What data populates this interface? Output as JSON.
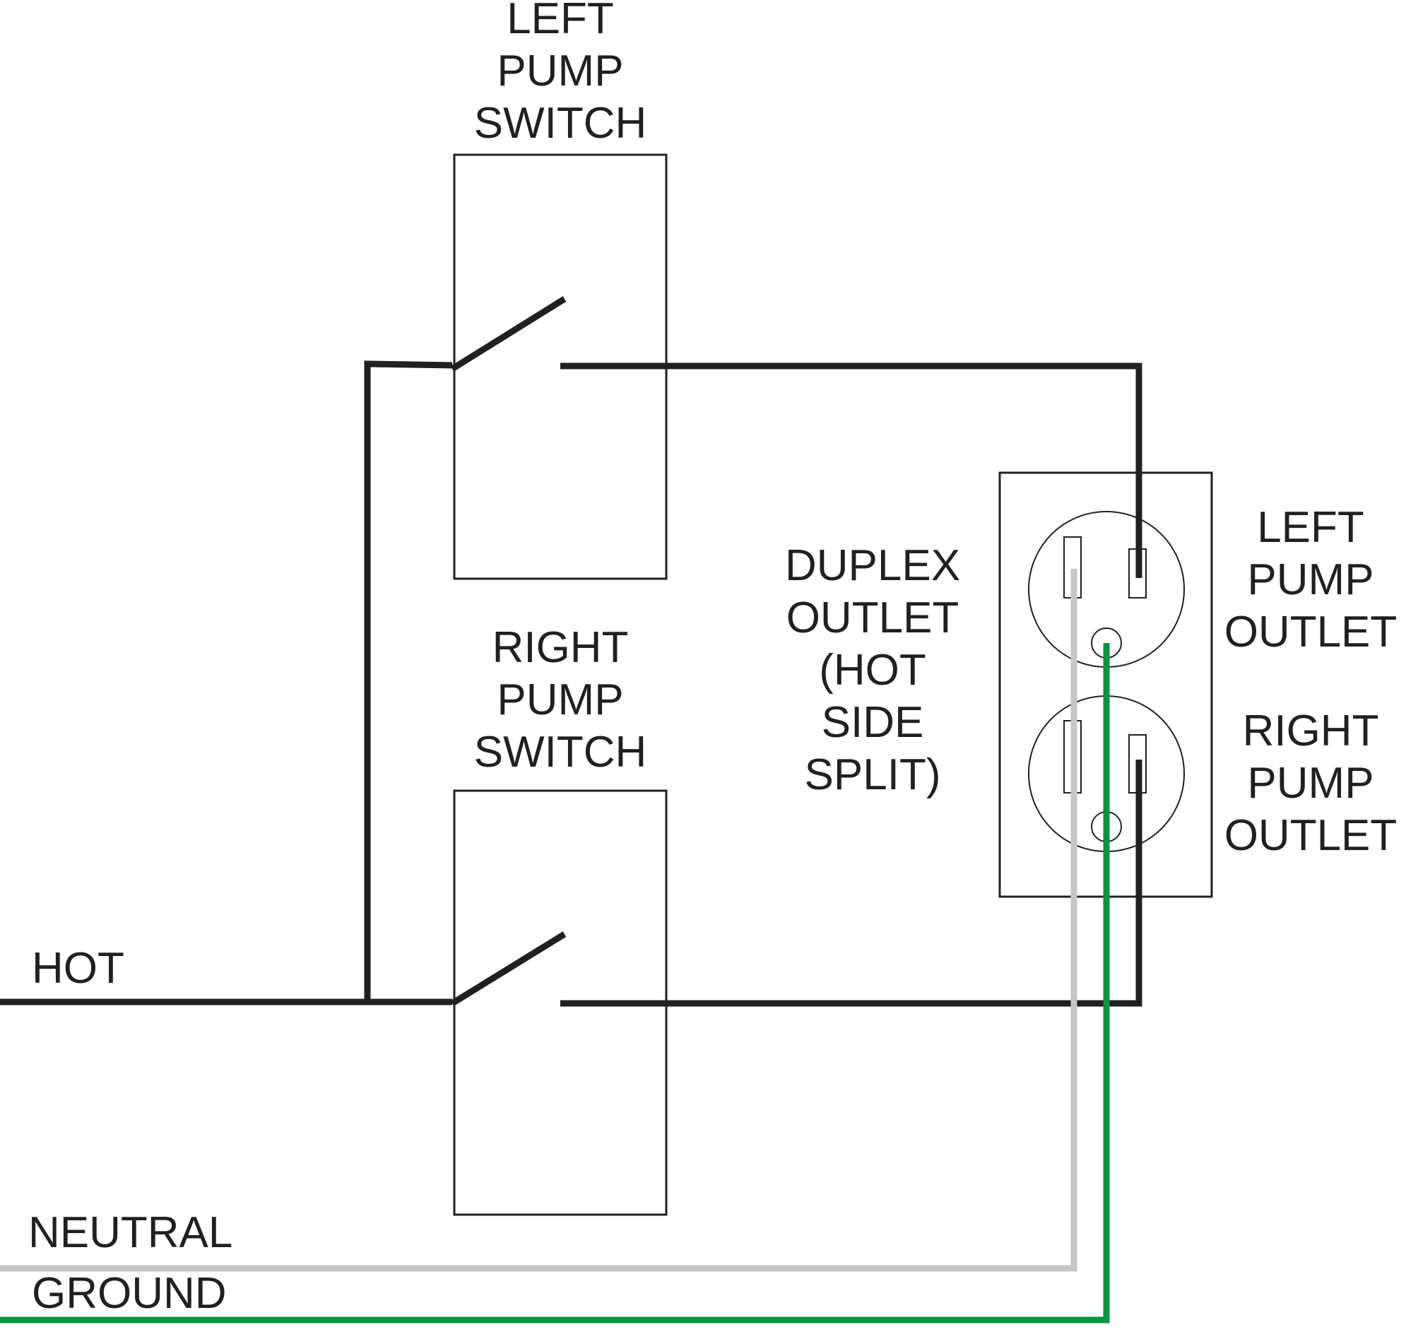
{
  "labels": {
    "left_pump_switch": [
      "LEFT",
      "PUMP",
      "SWITCH"
    ],
    "right_pump_switch": [
      "RIGHT",
      "PUMP",
      "SWITCH"
    ],
    "duplex_outlet": [
      "DUPLEX",
      "OUTLET",
      "(HOT",
      "SIDE",
      "SPLIT)"
    ],
    "left_pump_outlet": [
      "LEFT",
      "PUMP",
      "OUTLET"
    ],
    "right_pump_outlet": [
      "RIGHT",
      "PUMP",
      "OUTLET"
    ],
    "hot": "HOT",
    "neutral": "NEUTRAL",
    "ground": "GROUND"
  },
  "colors": {
    "hot_wire": "#231f20",
    "neutral_wire": "#c6c6c6",
    "ground_wire": "#009640",
    "outline": "#231f20"
  }
}
